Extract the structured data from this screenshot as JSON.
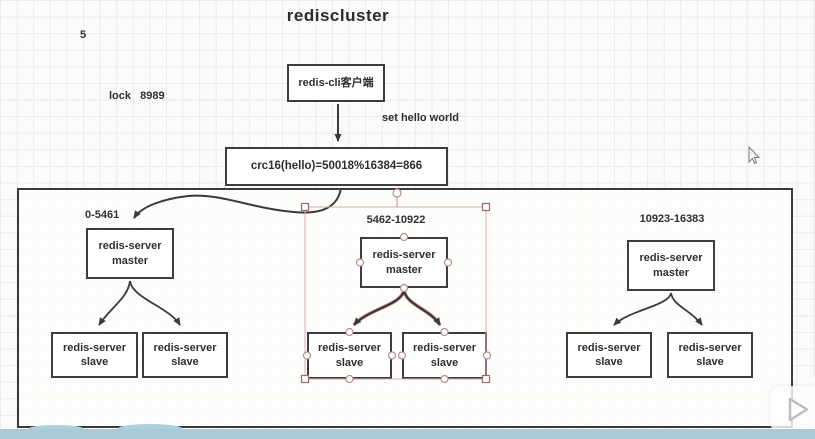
{
  "canvas": {
    "title": "rediscluster",
    "note_number": "5",
    "lock_note": "lock   8989",
    "set_note": "set hello world",
    "client_label": "redis-cli客户端",
    "hash_label": "crc16(hello)=50018%16384=866"
  },
  "shards": [
    {
      "range": "0-5461",
      "master": "redis-server\nmaster",
      "slaves": [
        "redis-server\nslave",
        "redis-server\nslave"
      ]
    },
    {
      "range": "5462-10922",
      "master": "redis-server\nmaster",
      "slaves": [
        "redis-server\nslave",
        "redis-server\nslave"
      ]
    },
    {
      "range": "10923-16383",
      "master": "redis-server\nmaster",
      "slaves": [
        "redis-server\nslave",
        "redis-server\nslave"
      ]
    }
  ],
  "colors": {
    "box_border": "#3d3d3d",
    "arrow": "#3a3a3a",
    "selection_outline": "#d8b0b0",
    "selection_handle_border": "#a06868",
    "selected_connector_highlight": "#9e5a66",
    "bottom_bar": "#a9cbd8",
    "grid_line": "#e9ece9",
    "canvas_background": "#fbfbf9"
  },
  "icons": {
    "play": "play-triangle",
    "cursor": "arrow-pointer"
  }
}
